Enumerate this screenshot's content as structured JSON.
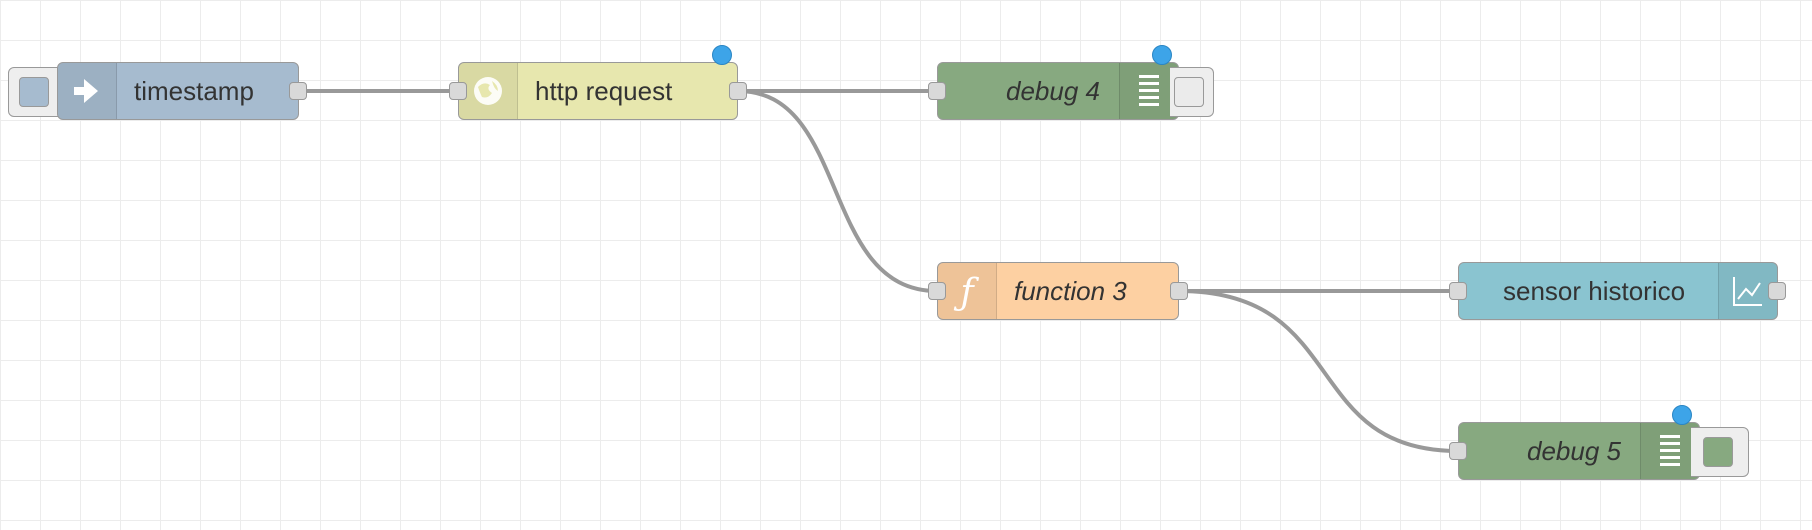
{
  "colors": {
    "inject": "#a6bbcf",
    "http_request": "#e7e7ae",
    "debug": "#87a980",
    "function": "#fdd0a2",
    "chart": "#8ac4d0",
    "wire": "#999999",
    "status": "#3da4e8"
  },
  "nodes": {
    "timestamp": {
      "label": "timestamp",
      "icon": "arrow-in-icon"
    },
    "http_request": {
      "label": "http request",
      "icon": "globe-icon"
    },
    "debug4": {
      "label": "debug 4",
      "icon": "list-icon"
    },
    "function3": {
      "label": "function 3",
      "icon": "function-icon"
    },
    "sensor": {
      "label": "sensor historico",
      "icon": "chart-icon"
    },
    "debug5": {
      "label": "debug 5",
      "icon": "list-icon"
    }
  }
}
